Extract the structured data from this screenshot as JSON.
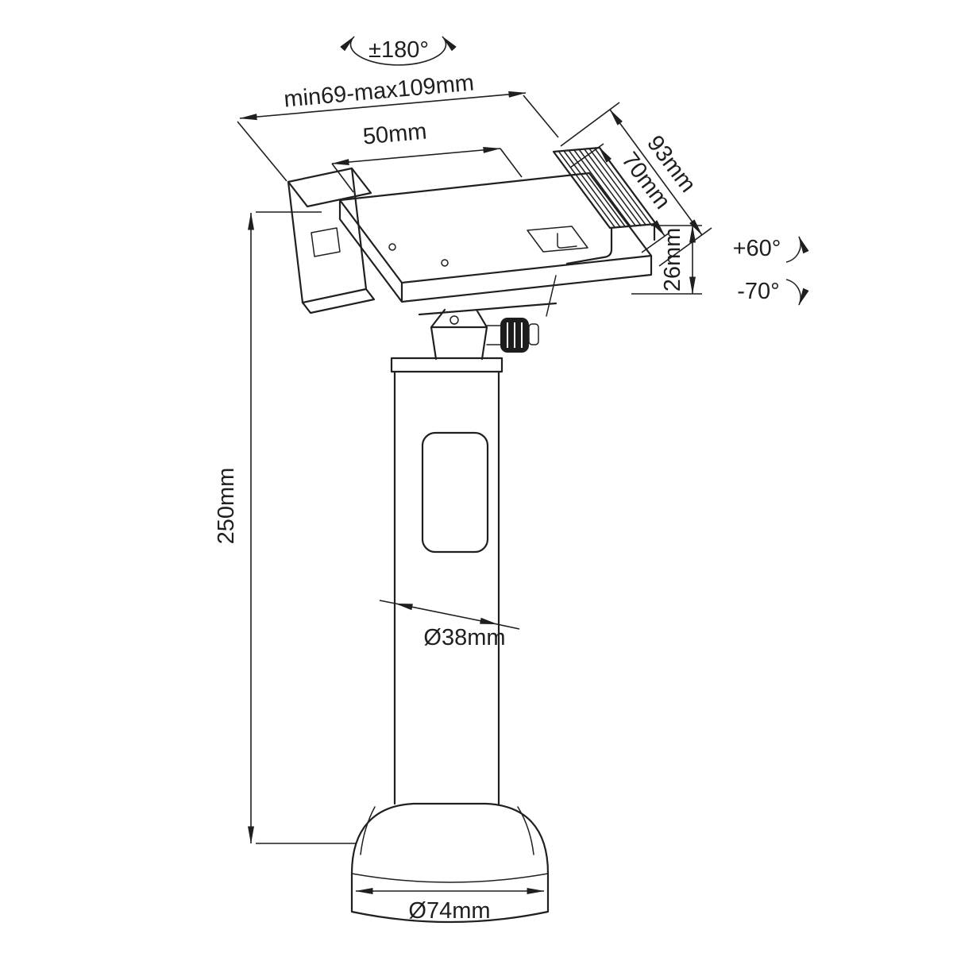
{
  "dims": {
    "rotation": "±180°",
    "clamp_range": "min69-max109mm",
    "plate_width": "50mm",
    "depth_outer": "93mm",
    "depth_inner": "70mm",
    "thickness": "26mm",
    "tilt_up": "+60°",
    "tilt_down": "-70°",
    "height": "250mm",
    "pole_diameter": "Ø38mm",
    "base_diameter": "Ø74mm"
  },
  "colors": {
    "line": "#1f1f1f",
    "background": "#ffffff"
  }
}
